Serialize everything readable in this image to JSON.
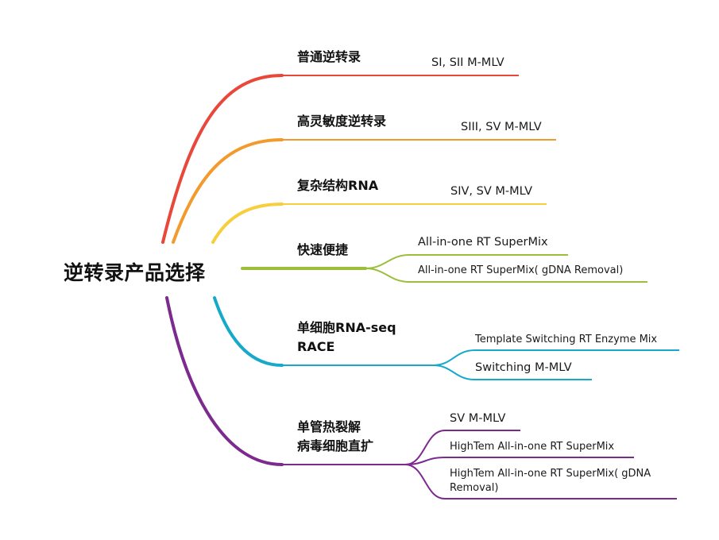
{
  "root": {
    "label": "逆转录产品选择"
  },
  "colors": {
    "red": "#e8473a",
    "orange": "#f39a2c",
    "yellow": "#f7cf3c",
    "green": "#9bbf3b",
    "cyan": "#17a9c9",
    "purple": "#7d2a8f"
  },
  "branches": [
    {
      "label": "普通逆转录",
      "leaves": [
        "SI, SII M-MLV"
      ]
    },
    {
      "label": "高灵敏度逆转录",
      "leaves": [
        "SIII, SV M-MLV"
      ]
    },
    {
      "label": "复杂结构RNA",
      "leaves": [
        "SIV, SV M-MLV"
      ]
    },
    {
      "label": "快速便捷",
      "leaves": [
        "All-in-one RT SuperMix",
        "All-in-one RT SuperMix( gDNA Removal)"
      ]
    },
    {
      "label_line1": "单细胞RNA-seq",
      "label_line2": "RACE",
      "leaves": [
        "Template Switching RT Enzyme Mix",
        "Switching M-MLV"
      ]
    },
    {
      "label_line1": "单管热裂解",
      "label_line2": "病毒细胞直扩",
      "leaves": [
        "SV M-MLV",
        "HighTem All-in-one RT SuperMix",
        "HighTem All-in-one RT SuperMix( gDNA Removal)"
      ]
    }
  ]
}
